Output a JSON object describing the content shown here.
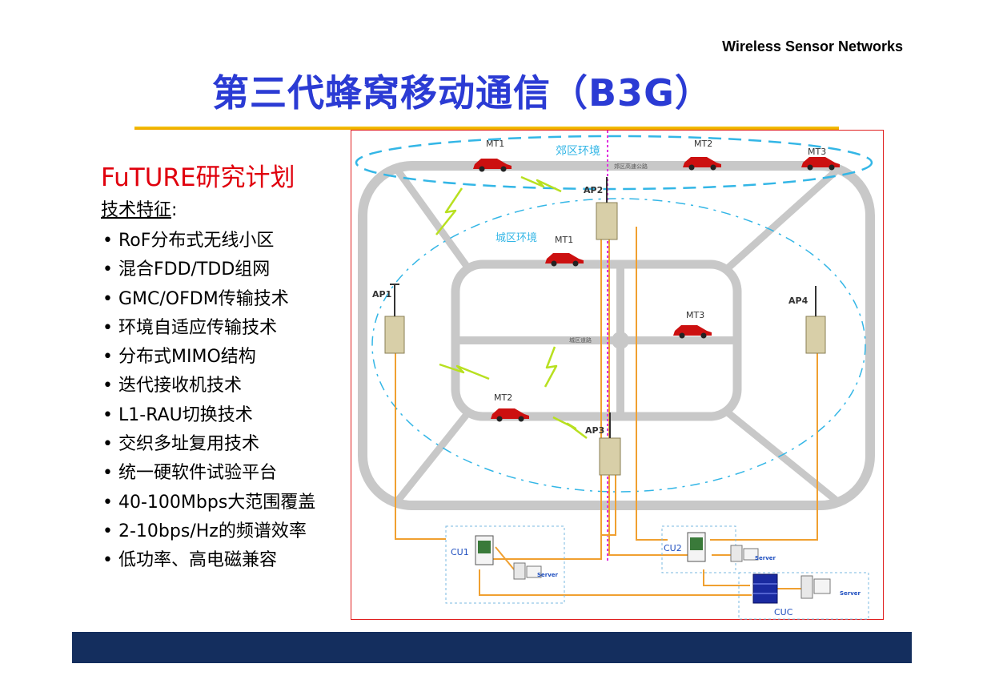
{
  "header": {
    "label": "Wireless Sensor Networks"
  },
  "title": "第三代蜂窝移动通信（B3G）",
  "subtitle": "FuTURE研究计划",
  "features": {
    "label": "技术特征",
    "colon": ":"
  },
  "bullets": [
    "RoF分布式无线小区",
    "混合FDD/TDD组网",
    "GMC/OFDM传输技术",
    "环境自适应传输技术",
    "分布式MIMO结构",
    "迭代接收机技术",
    "L1-RAU切换技术",
    "交织多址复用技术",
    "统一硬软件试验平台",
    "40-100Mbps大范围覆盖",
    "2-10bps/Hz的频谱效率",
    "低功率、高电磁兼容"
  ],
  "bullet_symbol": "•",
  "diagram": {
    "suburban_label": "郊区环境",
    "urban_label": "城区环境",
    "highway_label": "郊区高速公路",
    "city_road_label": "城区道路",
    "mt_suburb": [
      "MT1",
      "MT2",
      "MT3"
    ],
    "mt_urban": [
      "MT1",
      "MT3",
      "MT2"
    ],
    "ap_labels": [
      "AP1",
      "AP2",
      "AP3",
      "AP4"
    ],
    "cu_labels": [
      "CU1",
      "CU2"
    ],
    "cuc_label": "CUC",
    "server_labels": [
      "Server",
      "Server",
      "Server"
    ]
  },
  "colors": {
    "title": "#2b3bd4",
    "subtitle": "#e0000d",
    "rule": "#f2c200",
    "footer": "#142e5e",
    "frame": "#e02020",
    "road": "#c8c8c8",
    "fiber": "#f0a030",
    "coverage": "#33b6e6",
    "lightning": "#b8e020",
    "car": "#cc1010"
  }
}
